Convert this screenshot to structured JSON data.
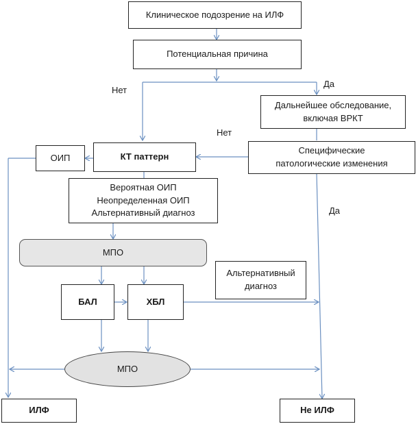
{
  "nodes": {
    "suspicion": "Клиническое подозрение на ИЛФ",
    "cause": "Потенциальная причина",
    "further": [
      "Дальнейшее обследование,",
      "включая ВРКТ"
    ],
    "specific": [
      "Специфические",
      "патологические изменения"
    ],
    "oip": "ОИП",
    "kt": "КТ паттерн",
    "probable": [
      "Вероятная ОИП",
      "Неопределенная ОИП",
      "Альтернативный диагноз"
    ],
    "mpo_top": "МПО",
    "alt": [
      "Альтернативный",
      "диагноз"
    ],
    "bal": "БАЛ",
    "hbl": "ХБЛ",
    "mpo_bottom": "МПО",
    "ilf": "ИЛФ",
    "not_ilf": "Не ИЛФ"
  },
  "labels": {
    "no_left": "Нет",
    "yes_right": "Да",
    "no_mid": "Нет",
    "yes_lower": "Да"
  },
  "colors": {
    "arrow": "#6a8fc0",
    "border": "#222222",
    "fill_grey": "#e6e6e6"
  }
}
